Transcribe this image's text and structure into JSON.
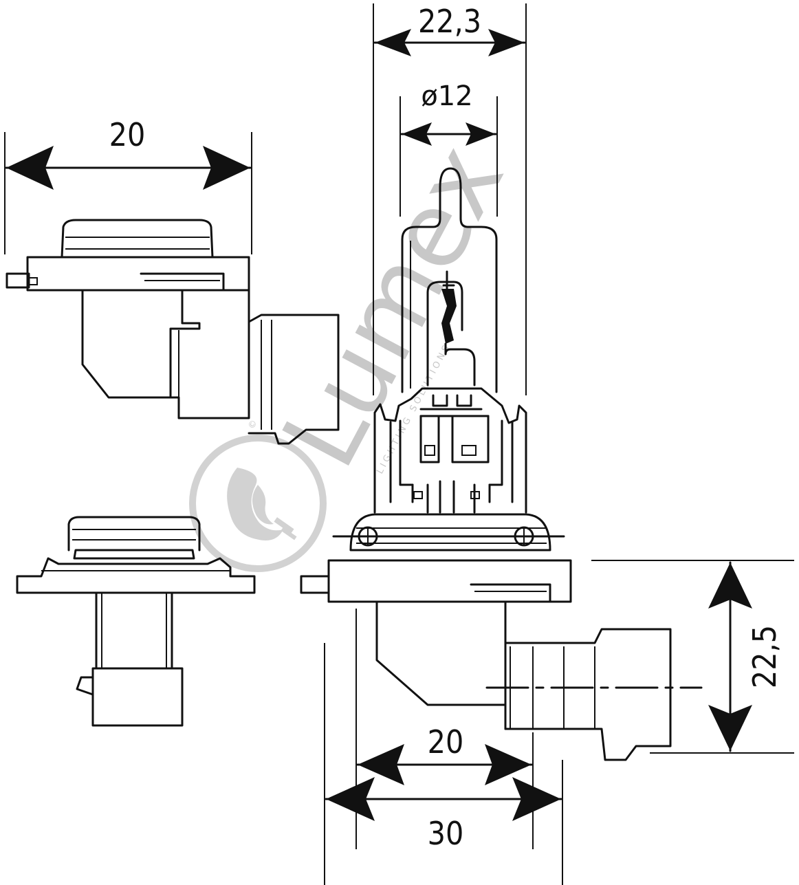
{
  "dimensions": {
    "top_width": "22,3",
    "bulb_diameter": "ø12",
    "left_socket_width": "20",
    "base_height": "22,5",
    "base_inner_width": "20",
    "base_outer_width": "30"
  },
  "watermark": {
    "brand": "Lumex",
    "tagline": "LIGHTING SOLUTIONS",
    "copyright": "©"
  },
  "icons": {
    "logo": "flame-bulb-logo-icon"
  },
  "colors": {
    "line": "#111111",
    "watermark": "#c8c8c8",
    "background": "#ffffff"
  }
}
